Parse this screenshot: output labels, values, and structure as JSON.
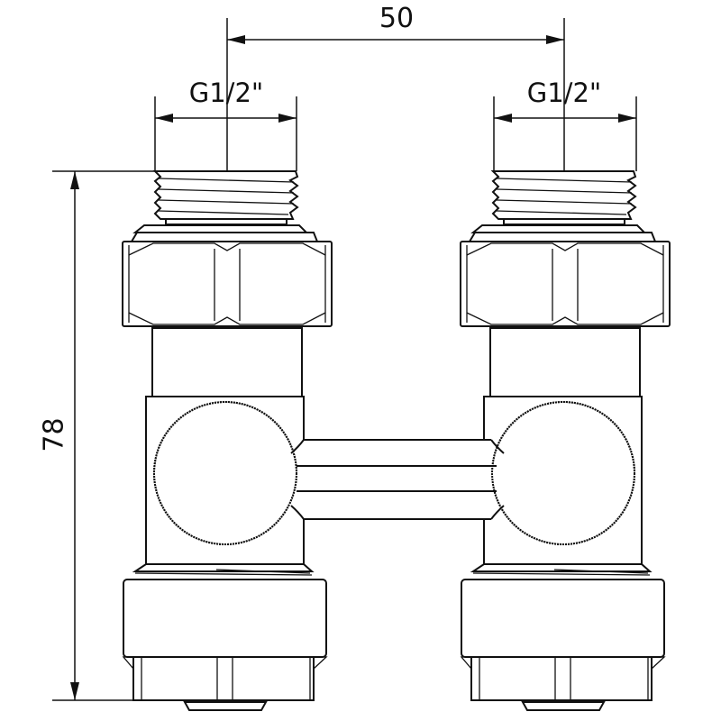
{
  "drawing": {
    "subject": "H-block radiator valve connector (twin, straight)",
    "line_color": "#111111",
    "background": "#ffffff"
  },
  "dimensions": {
    "center_distance": {
      "value": "50",
      "unit": "mm"
    },
    "overall_height": {
      "value": "78",
      "unit": "mm"
    },
    "thread_left": {
      "value": "G1/2\""
    },
    "thread_right": {
      "value": "G1/2\""
    }
  },
  "components": [
    {
      "name": "threaded-connector-left",
      "thread": "G1/2\""
    },
    {
      "name": "threaded-connector-right",
      "thread": "G1/2\""
    },
    {
      "name": "hex-nut-left"
    },
    {
      "name": "hex-nut-right"
    },
    {
      "name": "valve-body-left"
    },
    {
      "name": "valve-body-right"
    },
    {
      "name": "bridge-pipe"
    },
    {
      "name": "union-nut-left"
    },
    {
      "name": "union-nut-right"
    }
  ]
}
